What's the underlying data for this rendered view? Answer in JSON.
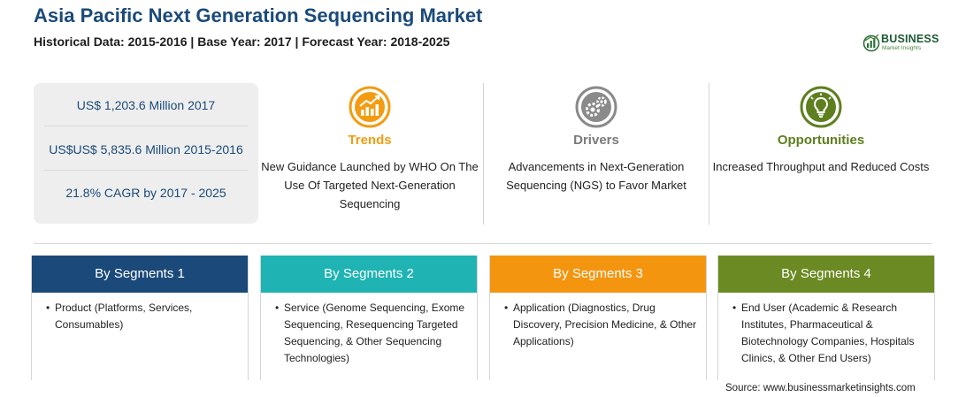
{
  "header": {
    "title": "Asia Pacific Next Generation Sequencing Market",
    "subtitle": "Historical Data: 2015-2016 | Base Year: 2017 | Forecast Year: 2018-2025"
  },
  "logo": {
    "name": "BUSINESS",
    "tagline": "Market Insights"
  },
  "stats": [
    "US$ 1,203.6 Million 2017",
    "US$US$ 5,835.6 Million 2015-2016",
    "21.8% CAGR by 2017 - 2025"
  ],
  "features": [
    {
      "title": "Trends",
      "text": "New Guidance Launched by WHO On The Use Of Targeted Next-Generation Sequencing",
      "color": "#f39c12",
      "icon": "trend-chart-icon"
    },
    {
      "title": "Drivers",
      "text": "Advancements in Next-Generation Sequencing (NGS) to Favor Market",
      "color": "#8a8a8a",
      "icon": "gears-icon"
    },
    {
      "title": "Opportunities",
      "text": "Increased Throughput and Reduced Costs",
      "color": "#5e7f1f",
      "icon": "lightbulb-icon"
    }
  ],
  "segments": [
    {
      "label": "By Segments 1",
      "text": "Product (Platforms, Services, Consumables)",
      "color": "#1b4a7a"
    },
    {
      "label": "By Segments 2",
      "text": "Service (Genome Sequencing, Exome Sequencing, Resequencing Targeted Sequencing, & Other Sequencing Technologies)",
      "color": "#1fb3b3"
    },
    {
      "label": "By Segments 3",
      "text": "Application (Diagnostics, Drug Discovery, Precision Medicine, & Other Applications)",
      "color": "#f4950f"
    },
    {
      "label": "By Segments 4",
      "text": "End User (Academic & Research Institutes, Pharmaceutical & Biotechnology Companies, Hospitals Clinics, & Other End Users)",
      "color": "#6b8a23"
    }
  ],
  "footer": {
    "source": "Source: www.businessmarketinsights.com"
  }
}
